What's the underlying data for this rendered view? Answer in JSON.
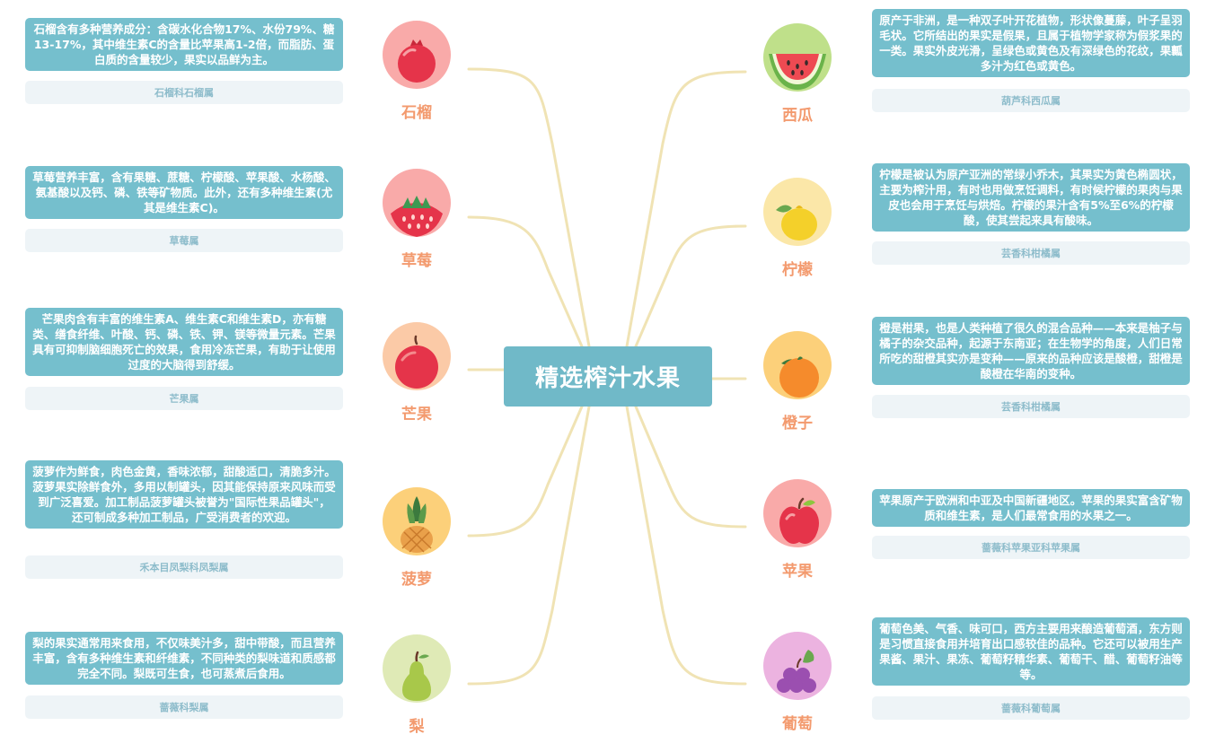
{
  "center_title": "精选榨汁水果",
  "left": [
    {
      "name": "石榴",
      "desc": "石榴含有多种营养成分：含碳水化合物17%、水份79%、糖13-17%，其中维生素C的含量比苹果高1-2倍，而脂肪、蛋白质的含量较少，果实以品鲜为主。",
      "tag": "石榴科石榴属",
      "icon": "pomegranate-icon"
    },
    {
      "name": "草莓",
      "desc": "草莓营养丰富，含有果糖、蔗糖、柠檬酸、苹果酸、水杨酸、氨基酸以及钙、磷、铁等矿物质。此外，还有多种维生素(尤其是维生素C)。",
      "tag": "草莓属",
      "icon": "strawberry-icon"
    },
    {
      "name": "芒果",
      "desc": "芒果肉含有丰富的维生素A、维生素C和维生素D，亦有糖类、缮食纤维、叶酸、钙、磷、铁、钾、镁等微量元素。芒果具有可抑制脑细胞死亡的效果，食用冷冻芒果，有助于让使用过度的大脑得到舒缓。",
      "tag": "芒果属",
      "icon": "mango-icon"
    },
    {
      "name": "菠萝",
      "desc": "菠萝作为鲜食，肉色金黄，香味浓郁，甜酸适口，清脆多汁。菠萝果实除鲜食外，多用以制罐头，因其能保持原来风味而受到广泛喜爱。加工制品菠萝罐头被誉为\"国际性果品罐头\"，还可制成多种加工制品，广受消费者的欢迎。",
      "tag": "禾本目凤梨科凤梨属",
      "icon": "pineapple-icon"
    },
    {
      "name": "梨",
      "desc": "梨的果实通常用来食用，不仅味美汁多，甜中带酸，而且营养丰富，含有多种维生素和纤维素，不同种类的梨味道和质感都完全不同。梨既可生食，也可蒸煮后食用。",
      "tag": "蔷薇科梨属",
      "icon": "pear-icon"
    }
  ],
  "right": [
    {
      "name": "西瓜",
      "desc": "原产于非洲，是一种双子叶开花植物，形状像蔓藤，叶子呈羽毛状。它所结出的果实是假果，且属于植物学家称为假浆果的一类。果实外皮光滑，呈绿色或黄色及有深绿色的花纹，果瓤多汁为红色或黄色。",
      "tag": "葫芦科西瓜属",
      "icon": "watermelon-icon"
    },
    {
      "name": "柠檬",
      "desc": "柠檬是被认为原产亚洲的常绿小乔木，其果实为黄色椭圆状，主要为榨汁用，有时也用做烹饪调料，有时候柠檬的果肉与果皮也会用于烹饪与烘焙。柠檬的果汁含有5%至6%的柠檬酸，使其尝起来具有酸味。",
      "tag": "芸香科柑橘属",
      "icon": "lemon-icon"
    },
    {
      "name": "橙子",
      "desc": "橙是柑果，也是人类种植了很久的混合品种——本来是柚子与橘子的杂交品种，起源于东南亚；在生物学的角度，人们日常所吃的甜橙其实亦是变种——原来的品种应该是酸橙，甜橙是酸橙在华南的变种。",
      "tag": "芸香科柑橘属",
      "icon": "orange-icon"
    },
    {
      "name": "苹果",
      "desc": "苹果原产于欧洲和中亚及中国新疆地区。苹果的果实富含矿物质和维生素，是人们最常食用的水果之一。",
      "tag": "蔷薇科苹果亚科苹果属",
      "icon": "apple-icon"
    },
    {
      "name": "葡萄",
      "desc": "葡萄色美、气香、味可口，西方主要用来酿造葡萄酒，东方则是习惯直接食用并培育出口感较佳的品种。它还可以被用生产果酱、果汁、果冻、葡萄籽精华素、葡萄干、醋、葡萄籽油等等。",
      "tag": "蔷薇科葡萄属",
      "icon": "grape-icon"
    }
  ]
}
